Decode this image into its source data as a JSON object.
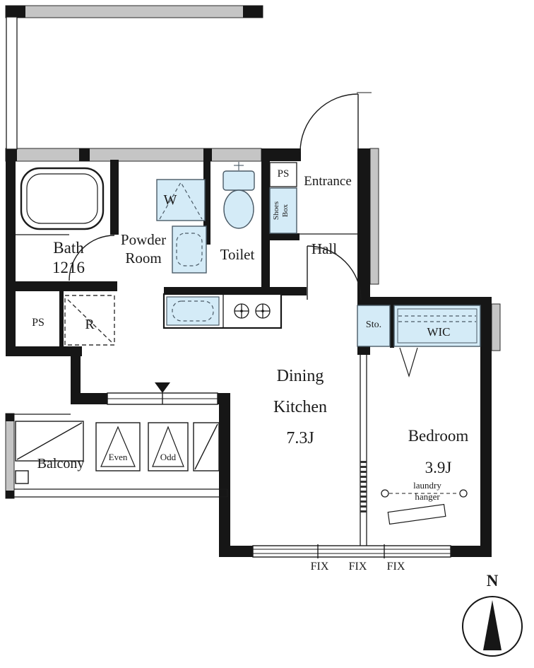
{
  "colors": {
    "wall": "#161616",
    "exterior_wall_gray": "#c5c5c5",
    "fixture_fill": "#d4ebf7",
    "fixture_stroke": "#4a5a66"
  },
  "rooms": {
    "bath": {
      "name": "Bath",
      "size": "1216"
    },
    "powder_room": {
      "line1": "Powder",
      "line2": "Room"
    },
    "toilet": {
      "label": "Toilet"
    },
    "entrance": {
      "label": "Entrance"
    },
    "hall": {
      "label": "Hall"
    },
    "dining_kitchen": {
      "line1": "Dining",
      "line2": "Kitchen",
      "size": "7.3J"
    },
    "bedroom": {
      "name": "Bedroom",
      "size": "3.9J"
    },
    "balcony": {
      "label": "Balcony"
    },
    "wic": {
      "label": "WIC"
    },
    "storage": {
      "label": "Sto."
    }
  },
  "fixtures": {
    "washing_machine": "W",
    "refrigerator": "R",
    "pipe_space_top": "PS",
    "pipe_space_left": "PS",
    "shoes_box": {
      "line1": "Shoes",
      "line2": "Box"
    },
    "laundry_hanger": {
      "line1": "laundry",
      "line2": "hanger"
    }
  },
  "balcony_partitions": {
    "even": "Even",
    "odd": "Odd"
  },
  "windows": {
    "fix_labels": [
      "FIX",
      "FIX",
      "FIX"
    ]
  },
  "compass": {
    "north_label": "N"
  }
}
